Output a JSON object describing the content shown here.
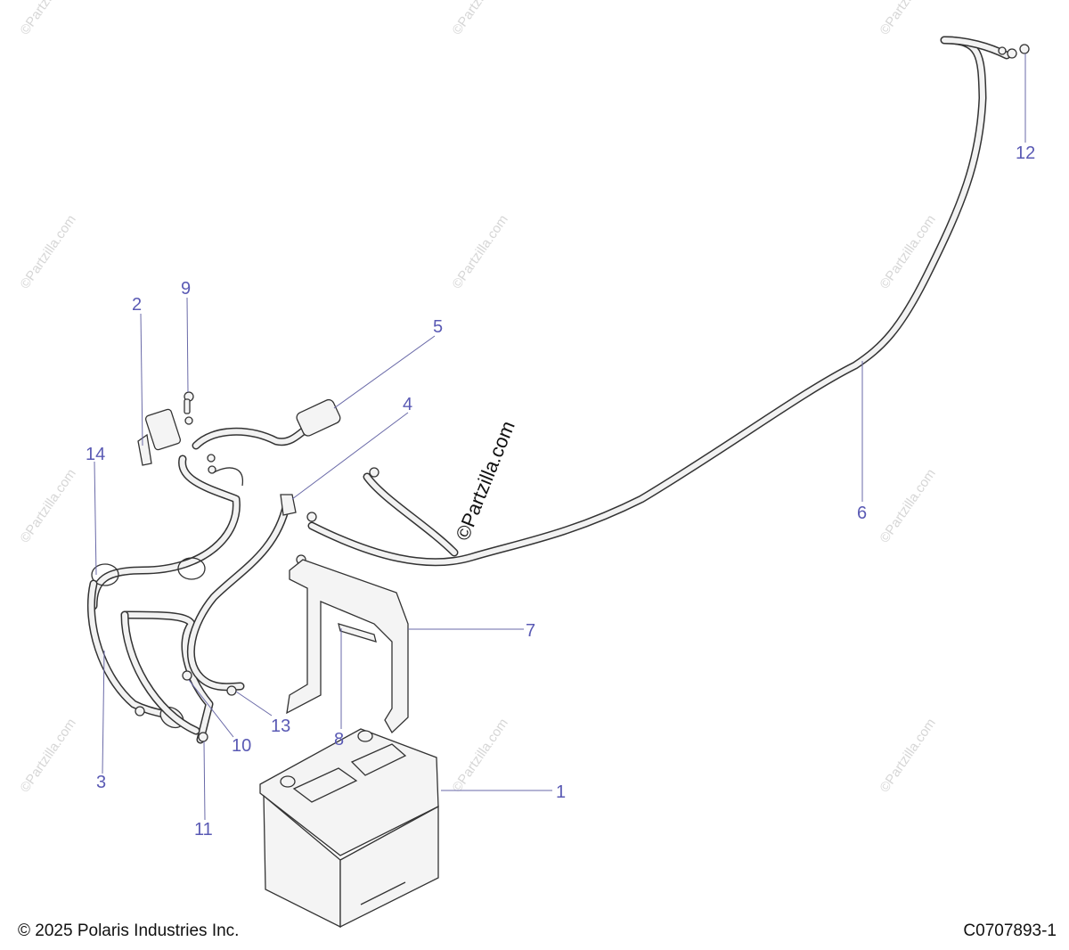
{
  "watermark": {
    "text": "©Partzilla.com"
  },
  "callouts": [
    {
      "id": "1",
      "label": "1"
    },
    {
      "id": "2",
      "label": "2"
    },
    {
      "id": "3",
      "label": "3"
    },
    {
      "id": "4",
      "label": "4"
    },
    {
      "id": "5",
      "label": "5"
    },
    {
      "id": "6",
      "label": "6"
    },
    {
      "id": "7",
      "label": "7"
    },
    {
      "id": "8",
      "label": "8"
    },
    {
      "id": "9",
      "label": "9"
    },
    {
      "id": "10",
      "label": "10"
    },
    {
      "id": "11",
      "label": "11"
    },
    {
      "id": "12",
      "label": "12"
    },
    {
      "id": "13",
      "label": "13"
    },
    {
      "id": "14",
      "label": "14"
    }
  ],
  "footer": {
    "copyright": "© 2025 Polaris Industries Inc.",
    "drawing_number": "C0707893-1"
  },
  "colors": {
    "callout": "#5a5ab4",
    "line": "#333333",
    "watermark": "#d6d6d6"
  }
}
